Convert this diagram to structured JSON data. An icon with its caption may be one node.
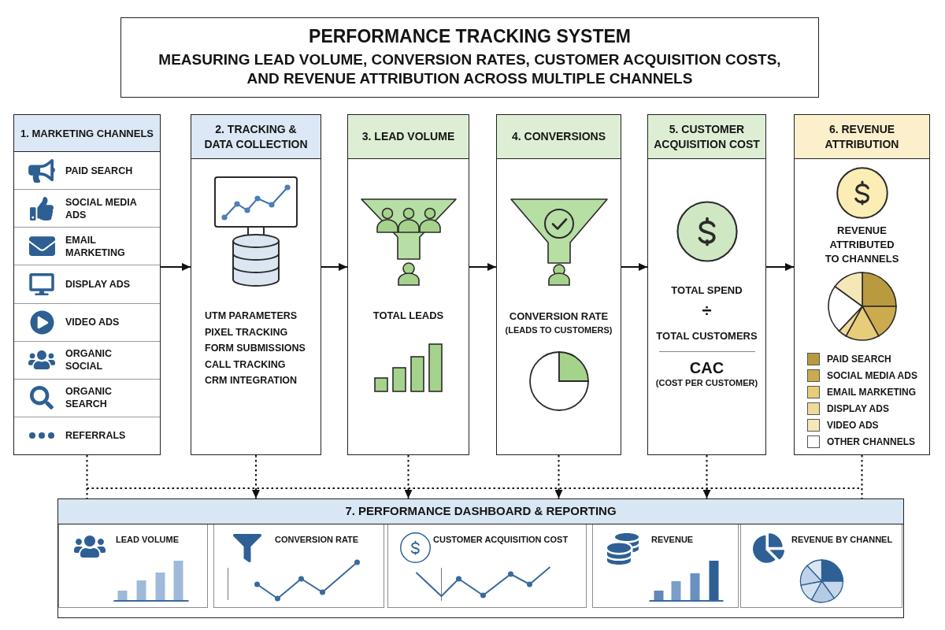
{
  "diagram": {
    "title": "PERFORMANCE TRACKING SYSTEM",
    "nodes": [
      {
        "text": [
          "1. MARKETING CHANNELS"
        ]
      },
      {
        "text": [
          "PAID SEARCH"
        ],
        "in": 0
      },
      {
        "text": [
          "SOCIAL MEDIA ADS"
        ],
        "in": 0
      },
      {
        "text": [
          "EMAIL MARKETING"
        ],
        "in": 0
      },
      {
        "text": [
          "DISPLAY ADS"
        ],
        "in": 0
      },
      {
        "text": [
          "VIDEO ADS"
        ],
        "in": 0
      },
      {
        "text": [
          "ORGANIC SOCIAL"
        ],
        "in": 0
      },
      {
        "text": [
          "ORGANIC SEARCH"
        ],
        "in": 0
      },
      {
        "text": [
          "REFERRALS"
        ],
        "in": 0
      },
      {
        "text": [
          "2. TRACKING & DATA COLLECTION",
          "UTM PARAMETERS",
          "PIXEL TRACKING",
          "FORM SUBMISSIONS",
          "CALL TRACKING",
          "CRM INTEGRATION"
        ]
      },
      {
        "text": [
          "3. LEAD VOLUME",
          "TOTAL LEADS"
        ]
      },
      {
        "text": [
          "4. CONVERSIONS",
          "CONVERSION RATE",
          "(LEADS TO CUSTOMERS)"
        ]
      },
      {
        "text": [
          "5. CUSTOMER ACQUISITION COST",
          "TOTAL SPEND",
          "÷",
          "TOTAL CUSTOMERS",
          "CAC",
          "(COST PER CUSTOMER)"
        ]
      },
      {
        "text": [
          "6. REVENUE ATTRIBUTION",
          "REVENUE ATTRIBUTED TO CHANNELS"
        ]
      },
      {
        "text": [
          "7. PERFORMANCE DASHBOARD & REPORTING"
        ]
      },
      {
        "text": [
          "LEAD VOLUME"
        ],
        "in": 14
      },
      {
        "text": [
          "CONVERSION RATE"
        ],
        "in": 14
      },
      {
        "text": [
          "CUSTOMER ACQUISITION COST"
        ],
        "in": 14
      },
      {
        "text": [
          "REVENUE"
        ],
        "in": 14
      },
      {
        "text": [
          "REVENUE BY CHANNEL"
        ],
        "in": 14
      }
    ],
    "edges": [
      {
        "from": 0,
        "to": 9,
        "arrow": "to"
      },
      {
        "from": 9,
        "to": 10,
        "arrow": "to"
      },
      {
        "from": 10,
        "to": 11,
        "arrow": "to"
      },
      {
        "from": 11,
        "to": 12,
        "arrow": "to"
      },
      {
        "from": 12,
        "to": 13,
        "arrow": "to"
      },
      {
        "from": 0,
        "to": 14,
        "arrow": "none",
        "style": "dashed"
      },
      {
        "from": 9,
        "to": 14,
        "arrow": "to",
        "style": "dashed"
      },
      {
        "from": 10,
        "to": 14,
        "arrow": "to",
        "style": "dashed"
      },
      {
        "from": 11,
        "to": 14,
        "arrow": "to",
        "style": "dashed"
      },
      {
        "from": 12,
        "to": 14,
        "arrow": "to",
        "style": "dashed"
      },
      {
        "from": 13,
        "to": 14,
        "arrow": "none",
        "style": "dashed"
      }
    ],
    "labels": [
      "MEASURING LEAD VOLUME, CONVERSION RATES, CUSTOMER ACQUISITION COSTS, AND REVENUE ATTRIBUTION ACROSS MULTIPLE CHANNELS"
    ],
    "legend": [
      {
        "text": "PAID SEARCH",
        "color": "#b99a3f"
      },
      {
        "text": "SOCIAL MEDIA ADS",
        "color": "#cbab4e"
      },
      {
        "text": "EMAIL MARKETING",
        "color": "#e7cc7a"
      },
      {
        "text": "DISPLAY ADS",
        "color": "#f0da98"
      },
      {
        "text": "VIDEO ADS",
        "color": "#f6e7b8"
      },
      {
        "text": "OTHER CHANNELS",
        "color": "#ffffff"
      }
    ]
  }
}
